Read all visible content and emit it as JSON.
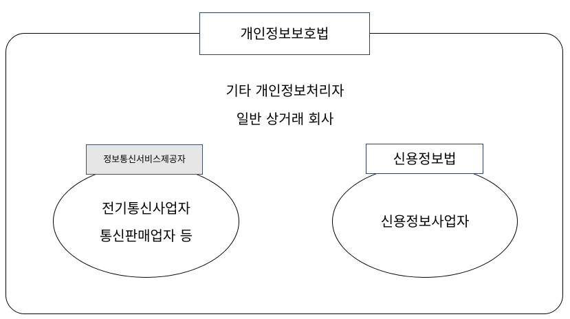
{
  "outer_law": {
    "title": "개인정보보호법"
  },
  "general_area": {
    "line1": "기타 개인정보처리자",
    "line2": "일반 상거래 회사"
  },
  "info_comm_group": {
    "label": "정보통신서비스제공자",
    "line1": "전기통신사업자",
    "line2": "통신판매업자 등"
  },
  "credit_group": {
    "label": "신용정보법",
    "line1": "신용정보사업자"
  }
}
